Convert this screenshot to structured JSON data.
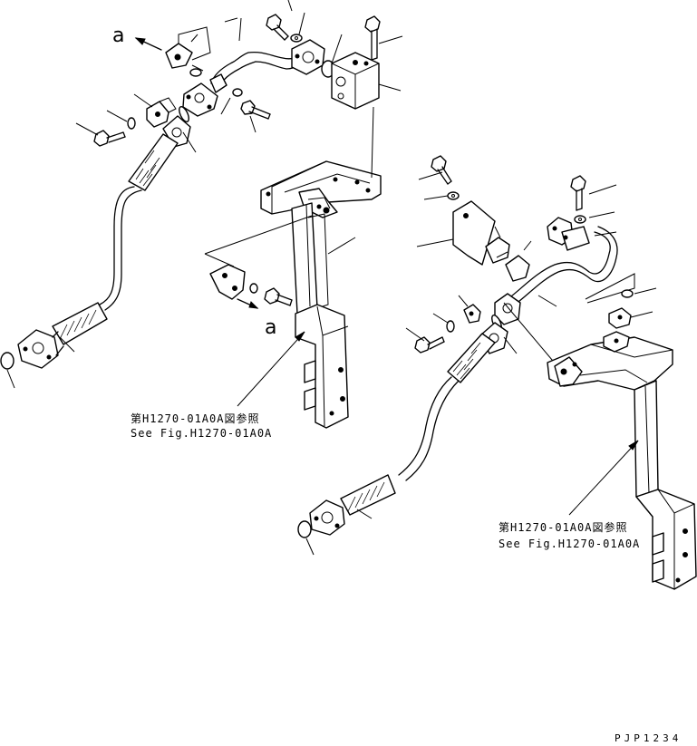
{
  "view_labels": {
    "left_top": "a",
    "left_bottom": "a"
  },
  "references": [
    {
      "jp": "第H1270-01A0A図参照",
      "en": "See Fig.H1270-01A0A"
    },
    {
      "jp": "第H1270-01A0A図参照",
      "en": "See Fig.H1270-01A0A"
    }
  ],
  "drawing_code": "PJP1234"
}
